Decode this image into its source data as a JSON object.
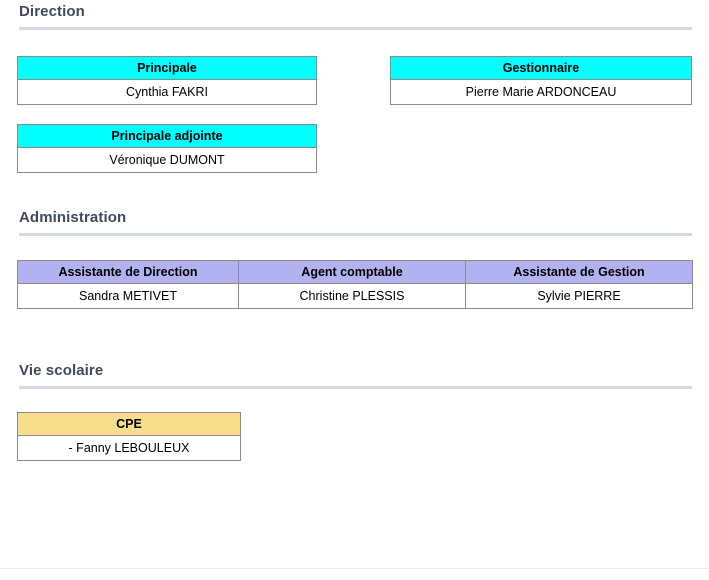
{
  "page": {
    "background_color": "#ffffff",
    "heading_color": "#3f4a5a",
    "rule_color": "#d4d9e0",
    "border_color": "#8c8c8c"
  },
  "sections": [
    {
      "id": "direction",
      "title": "Direction",
      "tables": [
        {
          "id": "principale",
          "header_color": "#00ffff",
          "headers": [
            "Principale"
          ],
          "rows": [
            [
              "Cynthia FAKRI"
            ]
          ]
        },
        {
          "id": "gestionnaire",
          "header_color": "#00ffff",
          "headers": [
            "Gestionnaire"
          ],
          "rows": [
            [
              "Pierre Marie ARDONCEAU"
            ]
          ]
        },
        {
          "id": "principale-adjointe",
          "header_color": "#00ffff",
          "headers": [
            "Principale adjointe"
          ],
          "rows": [
            [
              "Véronique DUMONT"
            ]
          ]
        }
      ]
    },
    {
      "id": "administration",
      "title": "Administration",
      "tables": [
        {
          "id": "administration",
          "header_color": "#b2b2f0",
          "headers": [
            "Assistante de Direction",
            "Agent comptable",
            "Assistante de Gestion"
          ],
          "rows": [
            [
              "Sandra METIVET",
              "Christine PLESSIS",
              "Sylvie PIERRE"
            ]
          ]
        }
      ]
    },
    {
      "id": "vie-scolaire",
      "title": "Vie scolaire",
      "tables": [
        {
          "id": "cpe",
          "header_color": "#f7de8c",
          "headers": [
            "CPE"
          ],
          "list_items": [
            "- Fanny LEBOULEUX"
          ]
        }
      ]
    }
  ]
}
